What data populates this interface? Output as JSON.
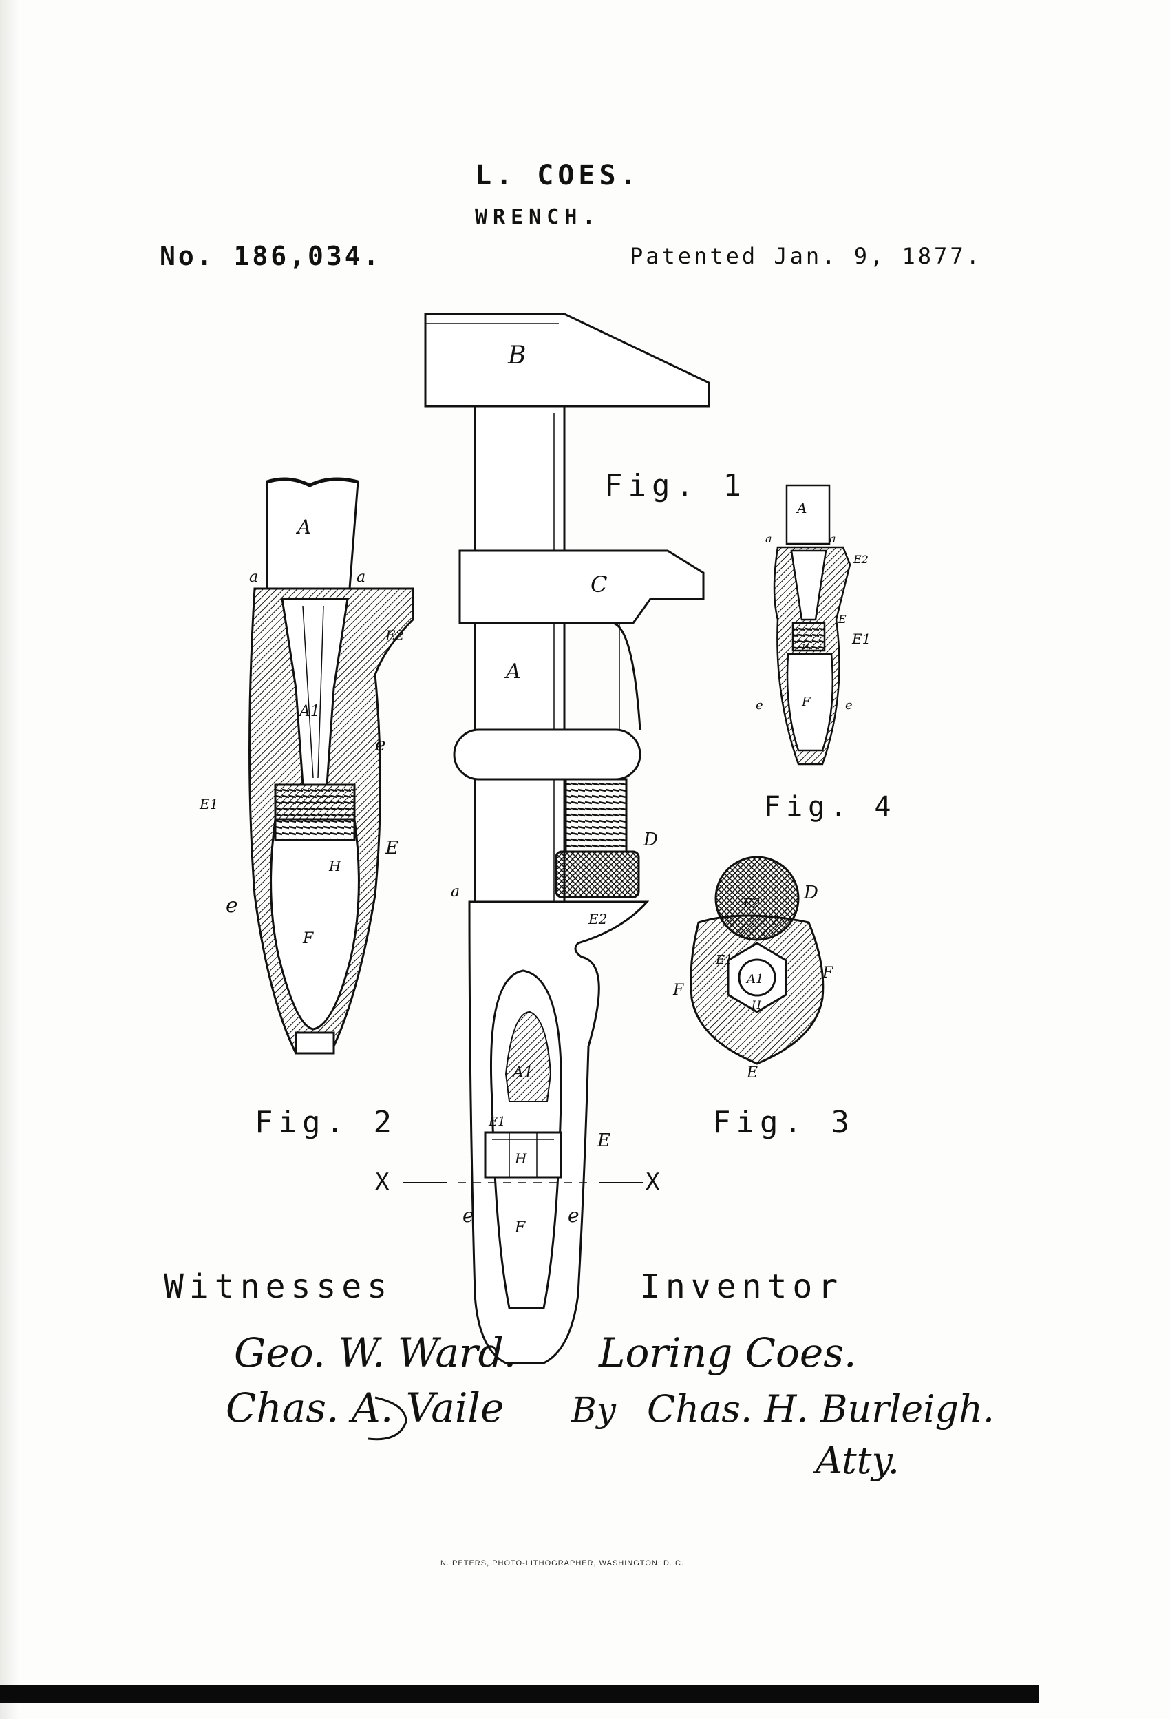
{
  "header": {
    "inventor": "L. COES.",
    "title": "WRENCH.",
    "patent_number": "No. 186,034.",
    "patent_date": "Patented Jan. 9, 1877."
  },
  "figures": {
    "fig1": {
      "caption": "Fig. 1",
      "labels": {
        "B": "B",
        "C": "C",
        "A": "A",
        "D": "D",
        "a": "a",
        "E2": "E2",
        "A1": "A1",
        "E1": "E1",
        "H": "H",
        "E": "E",
        "e_left": "e",
        "e_right": "e",
        "F": "F"
      }
    },
    "fig2": {
      "caption": "Fig. 2",
      "labels": {
        "A": "A",
        "a_left": "a",
        "a_right": "a",
        "E2": "E2",
        "A1": "A1",
        "e_upper": "e",
        "E1": "E1",
        "E": "E",
        "H": "H",
        "e_lower": "e",
        "F": "F"
      }
    },
    "fig3": {
      "caption": "Fig. 3",
      "labels": {
        "D": "D",
        "E2": "E2",
        "E1": "E1",
        "F_left": "F",
        "F_right": "F",
        "A1": "A1",
        "H": "H",
        "E": "E"
      }
    },
    "fig4": {
      "caption": "Fig. 4",
      "labels": {
        "A": "A",
        "a_left": "a",
        "a_right": "a",
        "E2": "E2",
        "E1": "E1",
        "E": "E",
        "H": "H",
        "e_left": "e",
        "e_right": "e",
        "F": "F"
      }
    },
    "section_marks": {
      "left": "X",
      "right": "X"
    }
  },
  "signatures": {
    "witnesses_heading": "Witnesses",
    "witness_1": "Geo. W. Ward.",
    "witness_2": "Chas. A. Vaile",
    "inventor_heading": "Inventor",
    "inventor_signature": "Loring Coes.",
    "by_label": "By",
    "attorney_signature": "Chas. H. Burleigh.",
    "attorney_title": "Atty."
  },
  "footer": {
    "credit": "N. PETERS, PHOTO-LITHOGRAPHER, WASHINGTON, D. C."
  }
}
